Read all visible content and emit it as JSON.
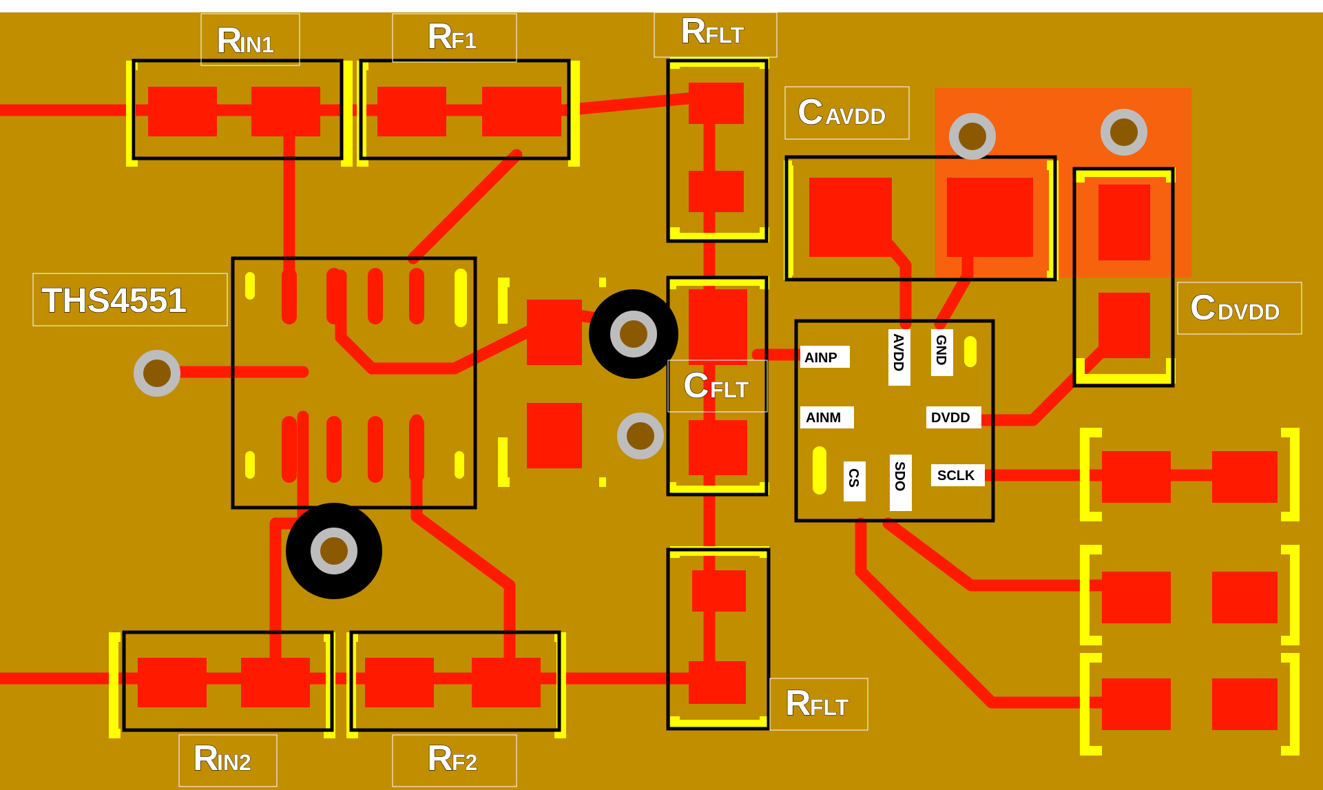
{
  "colors": {
    "board": "#C18E00",
    "copper": "#FF1A00",
    "silkscreen": "#FFFF00",
    "outline": "#000000",
    "label_bg": "#FFFFFF",
    "label_text": "#FFFFFF",
    "via_ring": "#BDBDBD",
    "via_hole": "#8B5A00",
    "keepout_pad": "#000000",
    "plane": "#FF5A10"
  },
  "labels": {
    "rin1": {
      "main": "R",
      "sub": "IN1"
    },
    "rf1": {
      "main": "R",
      "sub": "F1"
    },
    "rflt_top": {
      "main": "R",
      "sub": "FLT"
    },
    "cavdd": {
      "main": "C",
      "sub": "AVDD"
    },
    "ths": {
      "text": "THS4551"
    },
    "cflt": {
      "main": "C",
      "sub": "FLT"
    },
    "cdvdd": {
      "main": "C",
      "sub": "DVDD"
    },
    "rflt_bottom": {
      "main": "R",
      "sub": "FLT"
    },
    "rin2": {
      "main": "R",
      "sub": "IN2"
    },
    "rf2": {
      "main": "R",
      "sub": "F2"
    }
  },
  "adc_pins": {
    "ainp": "AINP",
    "ainm": "AINM",
    "avdd": "AVDD",
    "gnd": "GND",
    "dvdd": "DVDD",
    "cs": "CS",
    "sdo": "SDO",
    "sclk": "SCLK"
  }
}
